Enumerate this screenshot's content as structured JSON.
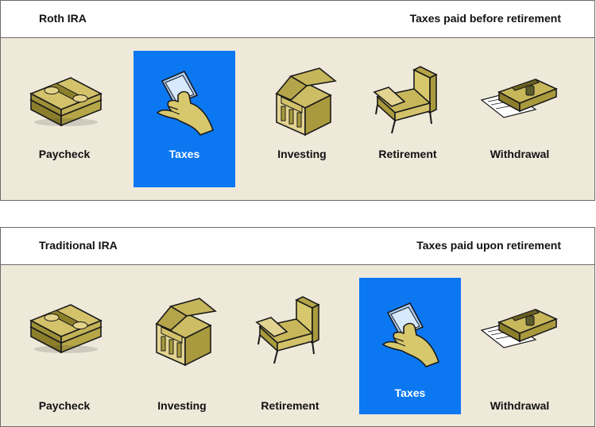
{
  "colors": {
    "accent": "#0b78f2",
    "band": "#efe9da",
    "icon_gold": "#c8b75a"
  },
  "roth": {
    "title": "Roth IRA",
    "subtitle": "Taxes paid before retirement",
    "steps": [
      {
        "label": "Paycheck",
        "icon": "money-stack-icon"
      },
      {
        "label": "Taxes",
        "icon": "hand-paying-icon",
        "highlighted": true
      },
      {
        "label": "Investing",
        "icon": "bank-building-icon"
      },
      {
        "label": "Retirement",
        "icon": "armchair-icon"
      },
      {
        "label": "Withdrawal",
        "icon": "wallet-icon"
      }
    ]
  },
  "traditional": {
    "title": "Traditional IRA",
    "subtitle": "Taxes paid upon retirement",
    "steps": [
      {
        "label": "Paycheck",
        "icon": "money-stack-icon"
      },
      {
        "label": "Investing",
        "icon": "bank-building-icon"
      },
      {
        "label": "Retirement",
        "icon": "armchair-icon"
      },
      {
        "label": "Taxes",
        "icon": "hand-paying-icon",
        "highlighted": true
      },
      {
        "label": "Withdrawal",
        "icon": "wallet-icon"
      }
    ]
  }
}
